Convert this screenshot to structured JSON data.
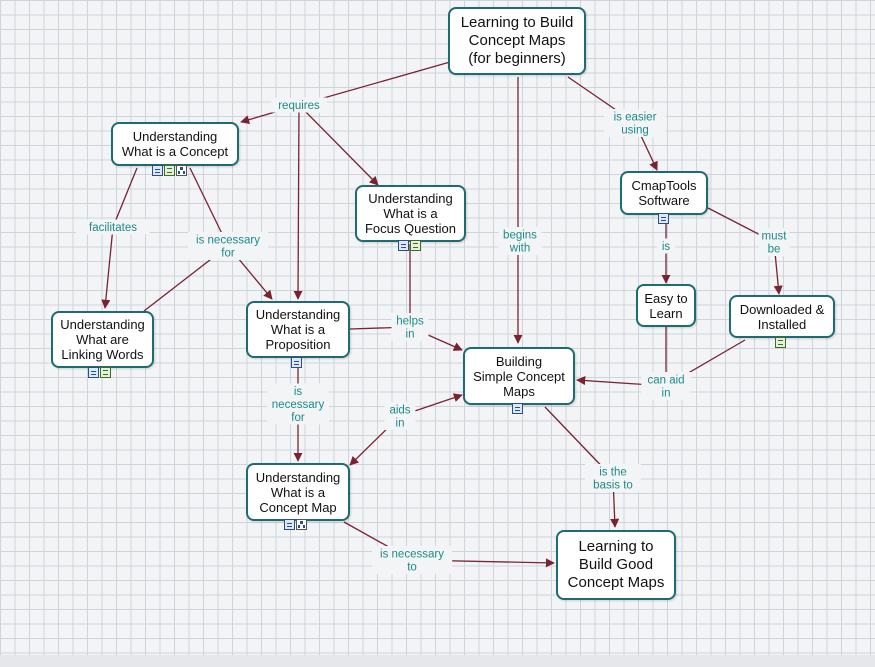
{
  "concepts": {
    "learning_to_build": "Learning to Build\nConcept Maps\n(for beginners)",
    "what_is_concept": "Understanding\nWhat is a Concept",
    "focus_question": "Understanding\nWhat is a\nFocus Question",
    "cmaptools": "CmapTools\nSoftware",
    "linking_words": "Understanding\nWhat are\nLinking Words",
    "proposition": "Understanding\nWhat is a\nProposition",
    "easy_to_learn": "Easy to\nLearn",
    "downloaded": "Downloaded &\nInstalled",
    "building_simple": "Building\nSimple Concept\nMaps",
    "concept_map": "Understanding\nWhat is a\nConcept Map",
    "good_maps": "Learning to\nBuild Good\nConcept Maps"
  },
  "links": {
    "requires": "requires",
    "begins_with": "begins\nwith",
    "is_easier_using": "is easier\nusing",
    "facilitates": "facilitates",
    "is_necessary_for_1": "is necessary\nfor",
    "helps_in": "helps\nin",
    "is": "is",
    "must_be": "must\nbe",
    "can_aid_in": "can aid\nin",
    "is_necessary_for_2": "is\nnecessary\nfor",
    "aids_in": "aids\nin",
    "is_the_basis_to": "is the\nbasis to",
    "is_necessary_to": "is necessary\nto"
  },
  "colors": {
    "node_border": "#1f6b73",
    "line": "#7a2230",
    "link_text": "#1d8a8a",
    "grid": "#cfd4dc"
  },
  "resource_icons": {
    "what_is_concept": [
      "document-icon",
      "sheet-icon",
      "cmap-icon"
    ],
    "focus_question": [
      "document-icon",
      "sheet-icon"
    ],
    "cmaptools": [
      "document-icon"
    ],
    "linking_words": [
      "document-icon",
      "sheet-icon"
    ],
    "proposition": [
      "document-icon"
    ],
    "downloaded": [
      "sheet-icon"
    ],
    "building_simple": [
      "document-icon"
    ],
    "concept_map": [
      "document-icon",
      "cmap-icon"
    ]
  }
}
